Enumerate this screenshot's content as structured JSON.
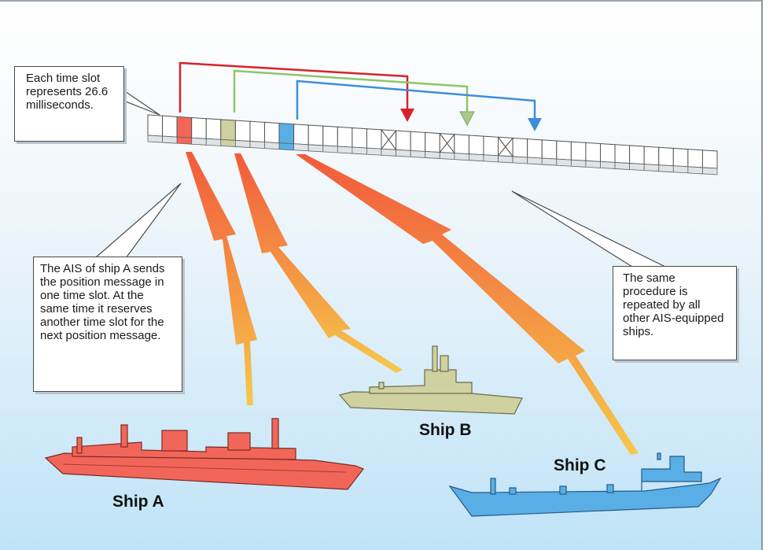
{
  "callouts": {
    "time_slot": "Each time slot represents 26.6 milliseconds.",
    "ship_a": "The AIS of ship A sends the position message in one time slot. At the same time it reserves another time slot for the next position message.",
    "procedure": "The same procedure is repeated by all other AIS-equipped ships."
  },
  "ships": {
    "a": {
      "label": "Ship A",
      "color": "#f2665a"
    },
    "b": {
      "label": "Ship B",
      "color": "#cfd1a0"
    },
    "c": {
      "label": "Ship C",
      "color": "#5aaee6"
    }
  },
  "colors": {
    "arrow_red": "#d8222a",
    "arrow_green": "#8ec66a",
    "arrow_blue": "#3d8ed8",
    "signal_outer": "#f25a3c",
    "signal_inner": "#f6c84a"
  }
}
